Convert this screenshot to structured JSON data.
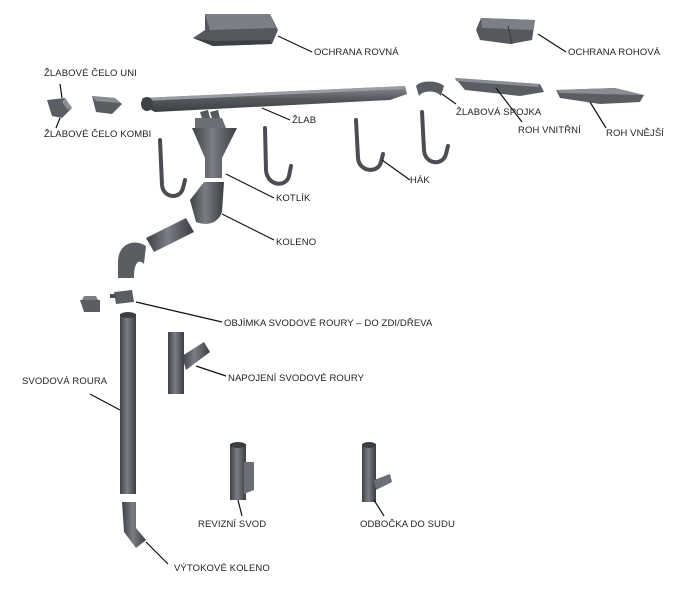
{
  "labels": {
    "ochrana_rovna": "OCHRANA ROVNÁ",
    "ochrana_rohova": "OCHRANA ROHOVÁ",
    "zlabove_celo_uni": "ŽLABOVÉ ČELO UNI",
    "zlabove_celo_kombi": "ŽLABOVÉ ČELO KOMBI",
    "zlab": "ŽLAB",
    "zlabova_spojka": "ŽLABOVÁ SPOJKA",
    "roh_vnitrni": "ROH VNITŘNÍ",
    "roh_vnejsi": "ROH VNĚJŠÍ",
    "hak": "HÁK",
    "kotlik": "KOTLÍK",
    "koleno": "KOLENO",
    "objimka": "OBJÍMKA SVODOVÉ ROURY – DO ZDI/DŘEVA",
    "napojeni": "NAPOJENÍ SVODOVÉ ROURY",
    "svodova_roura": "SVODOVÁ ROURA",
    "revizni_svod": "REVIZNÍ SVOD",
    "odbocka": "ODBOČKA DO SUDU",
    "vytokove_koleno": "VÝTOKOVÉ KOLENO"
  },
  "colors": {
    "part_dark": "#4a4d52",
    "part_mid": "#6b6f75",
    "part_light": "#8e9298",
    "leader": "#111111"
  }
}
